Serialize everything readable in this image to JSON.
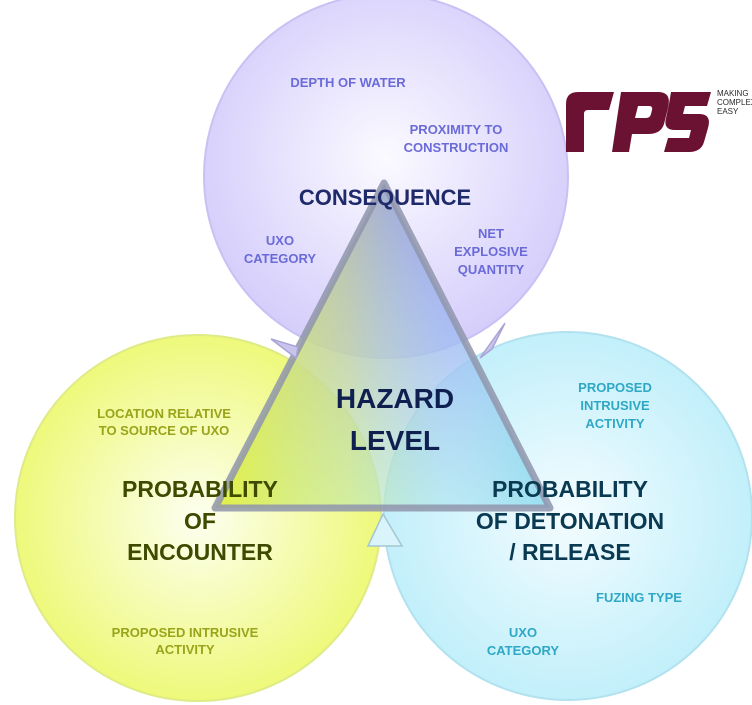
{
  "logo": {
    "letters": "rps",
    "tagline": [
      "MAKING",
      "COMPLEX",
      "EASY"
    ],
    "color": "#6b1233"
  },
  "consequence": {
    "title": "CONSEQUENCE",
    "factors": {
      "depth": "DEPTH OF WATER",
      "proximity": [
        "PROXIMITY TO",
        "CONSTRUCTION"
      ],
      "uxo_category": [
        "UXO",
        "CATEGORY"
      ],
      "net_explosive": [
        "NET",
        "EXPLOSIVE",
        "QUANTITY"
      ]
    },
    "text_color": "#6a6ad8",
    "title_color": "#1f2a6b",
    "fill_color": "#d8d3fb"
  },
  "encounter": {
    "title": [
      "PROBABILITY",
      "OF",
      "ENCOUNTER"
    ],
    "factors": {
      "location": [
        "LOCATION RELATIVE",
        "TO SOURCE OF UXO"
      ],
      "intrusive": [
        "PROPOSED INTRUSIVE",
        "ACTIVITY"
      ]
    },
    "text_color": "#98a51a",
    "title_color": "#3d4a00",
    "fill_color": "#eef97a"
  },
  "detonation": {
    "title": [
      "PROBABILITY",
      "OF DETONATION",
      "/ RELEASE"
    ],
    "factors": {
      "intrusive": [
        "PROPOSED",
        "INTRUSIVE",
        "ACTIVITY"
      ],
      "fuzing": "FUZING TYPE",
      "uxo_category": [
        "UXO",
        "CATEGORY"
      ]
    },
    "text_color": "#2ea8c4",
    "title_color": "#0a3a52",
    "fill_color": "#c8f1fb"
  },
  "hazard": {
    "title": [
      "HAZARD",
      "LEVEL"
    ],
    "title_color": "#0f1f4f",
    "edge_color": "#9aa0b6"
  }
}
